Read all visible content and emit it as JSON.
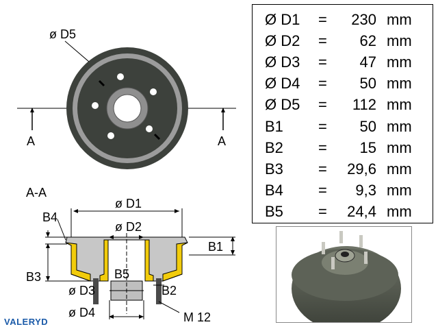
{
  "front_view": {
    "diameter_label": "ø D5",
    "section_marker_left": "A",
    "section_marker_right": "A"
  },
  "section_view": {
    "title": "A-A",
    "labels": {
      "d1": "ø D1",
      "d2": "ø D2",
      "d3": "ø D3",
      "d4": "ø D4",
      "b1": "B1",
      "b2": "B2",
      "b3": "B3",
      "b4": "B4",
      "b5": "B5",
      "thread": "M 12"
    }
  },
  "brand": "VALERYD",
  "specs": [
    {
      "name": "Ø D1",
      "eq": "=",
      "value": "230",
      "unit": "mm"
    },
    {
      "name": "Ø D2",
      "eq": "=",
      "value": "62",
      "unit": "mm"
    },
    {
      "name": "Ø D3",
      "eq": "=",
      "value": "47",
      "unit": "mm"
    },
    {
      "name": "Ø D4",
      "eq": "=",
      "value": "50",
      "unit": "mm"
    },
    {
      "name": "Ø D5",
      "eq": "=",
      "value": "112",
      "unit": "mm"
    },
    {
      "name": "B1",
      "eq": "=",
      "value": "50",
      "unit": "mm"
    },
    {
      "name": "B2",
      "eq": "=",
      "value": "15",
      "unit": "mm"
    },
    {
      "name": "B3",
      "eq": "=",
      "value": "29,6",
      "unit": "mm"
    },
    {
      "name": "B4",
      "eq": "=",
      "value": "9,3",
      "unit": "mm"
    },
    {
      "name": "B5",
      "eq": "=",
      "value": "24,4",
      "unit": "mm"
    }
  ]
}
